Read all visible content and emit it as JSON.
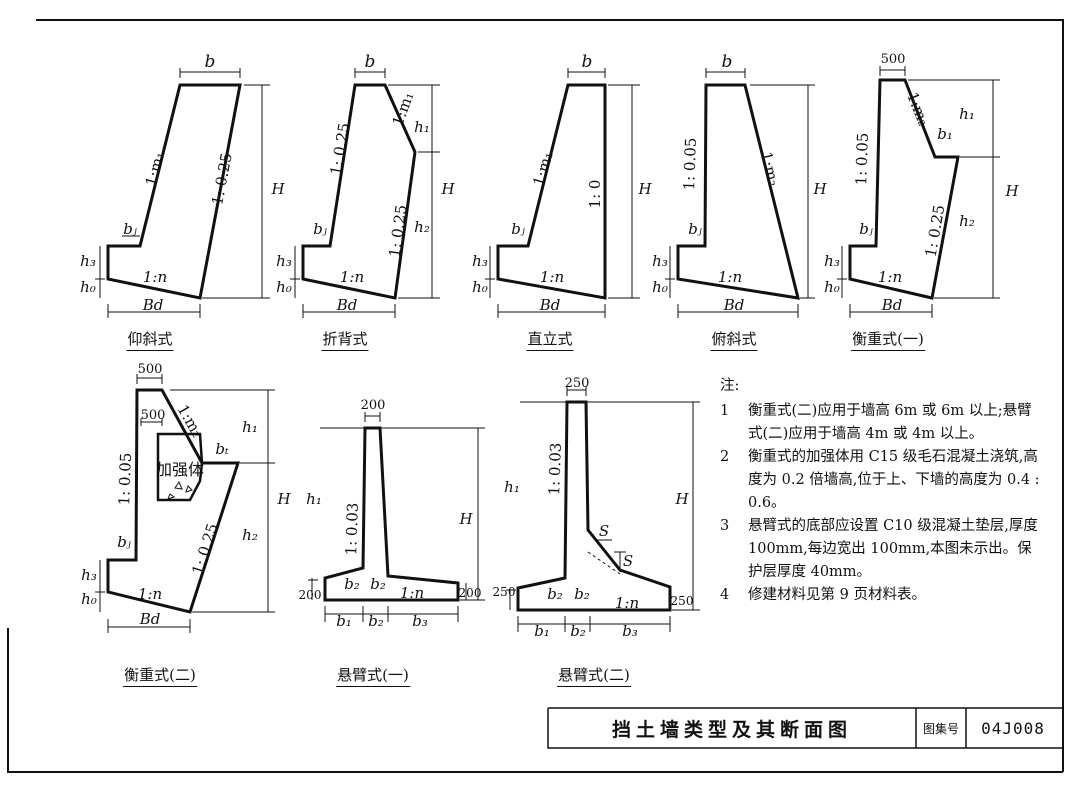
{
  "captions": {
    "yangxie": "仰斜式",
    "zhebei": "折背式",
    "zhili": "直立式",
    "fuxie": "俯斜式",
    "hengzhong1": "衡重式(一)",
    "hengzhong2": "衡重式(二)",
    "xuanbi1": "悬臂式(一)",
    "xuanbi2": "悬臂式(二)"
  },
  "dims": {
    "b": "b",
    "b1": "b₁",
    "b2": "b₂",
    "b3": "b₃",
    "bj": "bⱼ",
    "bt": "bₜ",
    "H": "H",
    "h1": "h₁",
    "h2": "h₂",
    "h3": "h₃",
    "h0": "h₀",
    "Bd": "Bd",
    "n": "1:n",
    "m1": "1:m₁",
    "m2": "1:m₂",
    "r025": "1: 0.25",
    "r005": "1: 0.05",
    "r0": "1: 0",
    "r003": "1: 0.03",
    "d500": "500",
    "d200": "200",
    "d250": "250",
    "s": "S",
    "reinforce": "加强体"
  },
  "notes": {
    "heading": "注:",
    "items": [
      {
        "num": "1",
        "text": "衡重式(二)应用于墙高 6m 或 6m 以上;悬臂式(二)应用于墙高 4m 或 4m 以上。"
      },
      {
        "num": "2",
        "text": "衡重式的加强体用 C15 级毛石混凝土浇筑,高度为 0.2 倍墙高,位于上、下墙的高度为 0.4 : 0.6。"
      },
      {
        "num": "3",
        "text": "悬臂式的底部应设置 C10 级混凝土垫层,厚度 100mm,每边宽出 100mm,本图未示出。保护层厚度 40mm。"
      },
      {
        "num": "4",
        "text": "修建材料见第 9 页材料表。"
      }
    ]
  },
  "title_block": {
    "title": "挡土墙类型及其断面图",
    "atlas_label": "图集号",
    "atlas_code": "04J008"
  }
}
